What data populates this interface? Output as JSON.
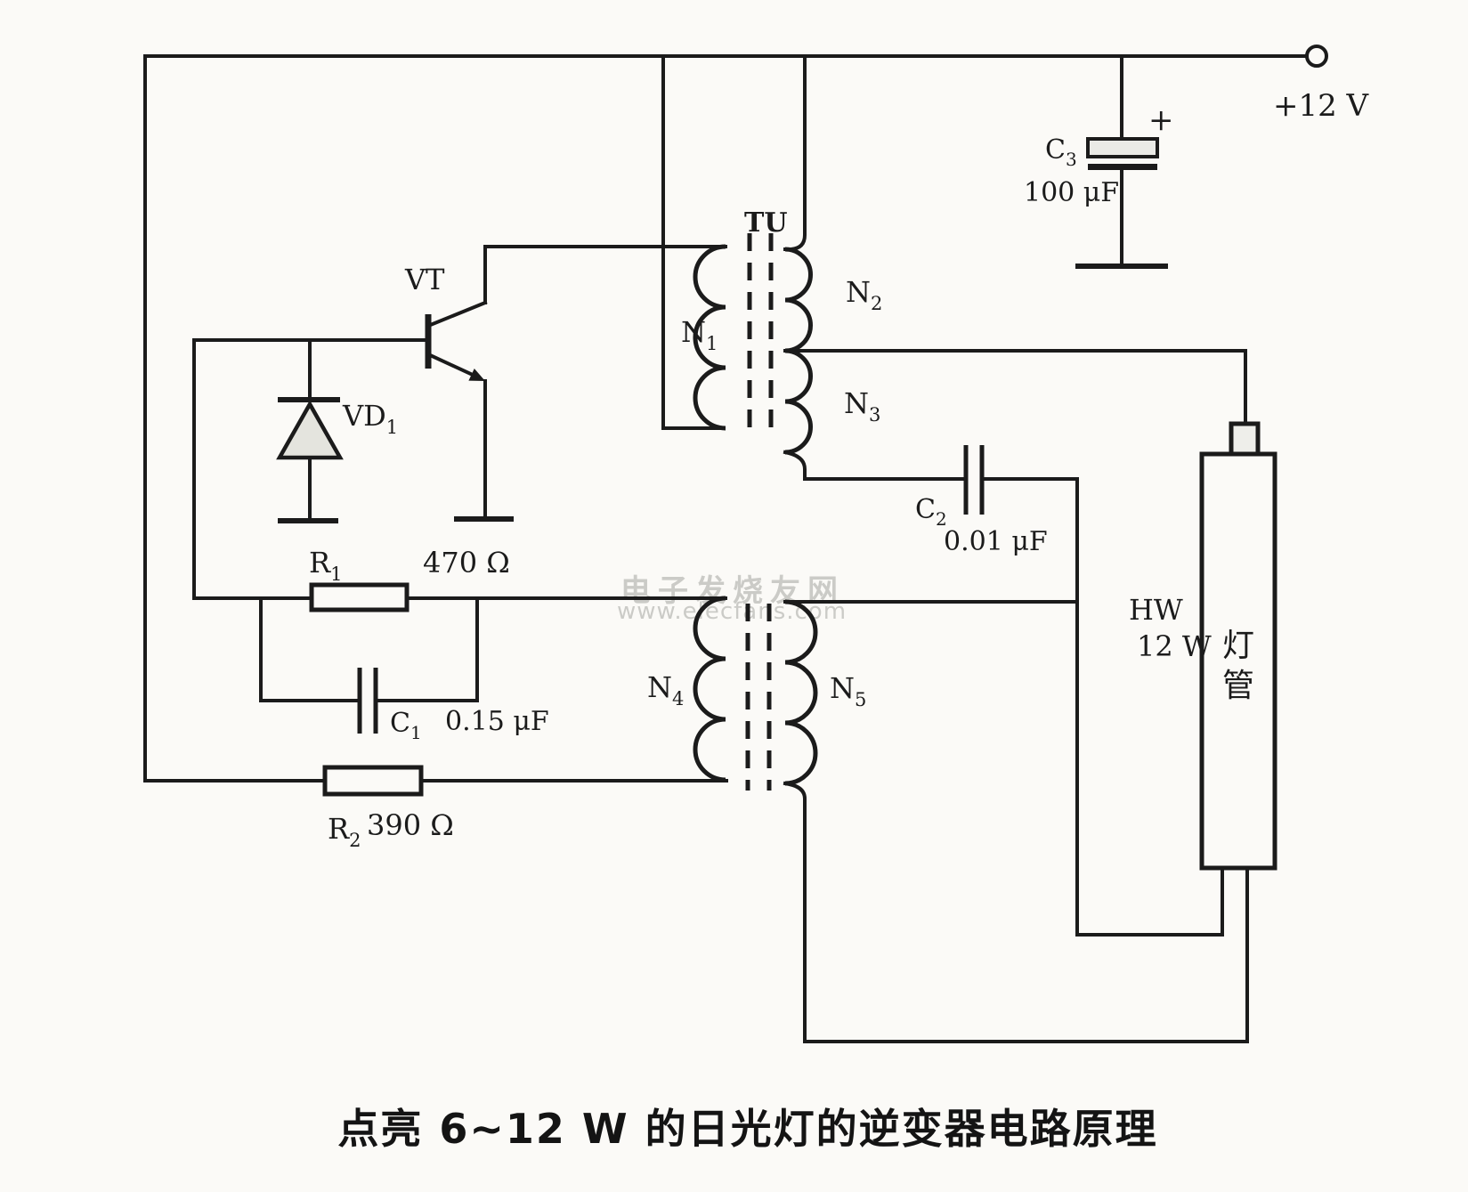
{
  "caption": "点亮 6~12 W 的日光灯的逆变器电路原理",
  "watermark": {
    "line1": "电子发烧友网",
    "line2": "www.elecfans.com"
  },
  "power": {
    "label": "+12 V"
  },
  "labels": {
    "c3": {
      "main": "C",
      "sub": "3",
      "value": "100 μF",
      "polarity": "+"
    },
    "tu": {
      "label": "TU"
    },
    "n1": {
      "main": "N",
      "sub": "1"
    },
    "n2": {
      "main": "N",
      "sub": "2"
    },
    "n3": {
      "main": "N",
      "sub": "3"
    },
    "n4": {
      "main": "N",
      "sub": "4"
    },
    "n5": {
      "main": "N",
      "sub": "5"
    },
    "vt": {
      "label": "VT"
    },
    "vd1": {
      "main": "VD",
      "sub": "1"
    },
    "r1": {
      "main": "R",
      "sub": "1",
      "value": "470 Ω"
    },
    "c1": {
      "main": "C",
      "sub": "1",
      "value": "0.15 μF"
    },
    "r2": {
      "main": "R",
      "sub": "2",
      "value": "390 Ω"
    },
    "c2": {
      "main": "C",
      "sub": "2",
      "value": "0.01 μF"
    },
    "lamp": {
      "model": "HW",
      "power": "12 W",
      "tube_char_1": "灯",
      "tube_char_2": "管"
    }
  },
  "colors": {
    "ink": "#1b1b1b",
    "paper": "#fbfaf7",
    "watermark": "#c6c6c2",
    "diode_fill": "#e4e4de"
  }
}
